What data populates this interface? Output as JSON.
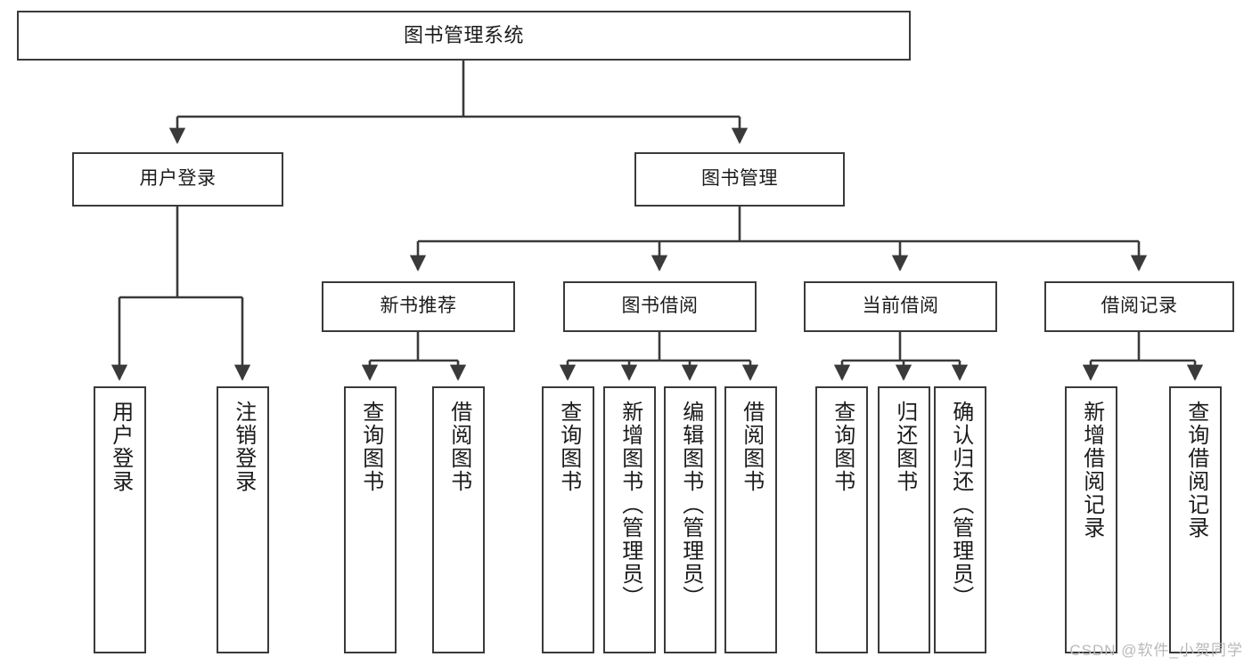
{
  "diagram": {
    "type": "hierarchy-tree",
    "title_node": {
      "label": "图书管理系统"
    },
    "level2": [
      {
        "id": "user-login",
        "label": "用户登录"
      },
      {
        "id": "book-manage",
        "label": "图书管理"
      }
    ],
    "level3": [
      {
        "id": "new-book-recommend",
        "label": "新书推荐"
      },
      {
        "id": "book-borrow",
        "label": "图书借阅"
      },
      {
        "id": "current-borrow",
        "label": "当前借阅"
      },
      {
        "id": "borrow-record",
        "label": "借阅记录"
      }
    ],
    "leaves": {
      "user_login": [
        {
          "id": "leaf-user-login",
          "label": "用户登录"
        },
        {
          "id": "leaf-logout",
          "label": "注销登录"
        }
      ],
      "new_book_recommend": [
        {
          "id": "leaf-query-book-1",
          "label": "查询图书"
        },
        {
          "id": "leaf-borrow-book-1",
          "label": "借阅图书"
        }
      ],
      "book_borrow": [
        {
          "id": "leaf-query-book-2",
          "label": "查询图书"
        },
        {
          "id": "leaf-add-book",
          "label": "新增图书（管理员）"
        },
        {
          "id": "leaf-edit-book",
          "label": "编辑图书（管理员）"
        },
        {
          "id": "leaf-borrow-book-2",
          "label": "借阅图书"
        }
      ],
      "current_borrow": [
        {
          "id": "leaf-query-book-3",
          "label": "查询图书"
        },
        {
          "id": "leaf-return-book",
          "label": "归还图书"
        },
        {
          "id": "leaf-confirm-return",
          "label": "确认归还（管理员）"
        }
      ],
      "borrow_record": [
        {
          "id": "leaf-add-record",
          "label": "新增借阅记录"
        },
        {
          "id": "leaf-query-record",
          "label": "查询借阅记录"
        }
      ]
    },
    "watermark": "CSDN @软件_小贺同学",
    "colors": {
      "stroke": "#3a3a3a",
      "fill": "#ffffff",
      "text": "#1b1b1b",
      "watermark": "#b9b9b9"
    }
  }
}
